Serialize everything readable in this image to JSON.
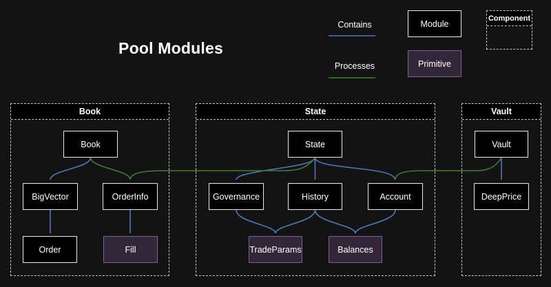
{
  "title": "Pool Modules",
  "legend": {
    "contains_label": "Contains",
    "processes_label": "Processes",
    "module_label": "Module",
    "primitive_label": "Primitive",
    "component_label": "Component",
    "contains_color": "#4e79b8",
    "processes_color": "#3f7e34"
  },
  "colors": {
    "background": "#131313",
    "module_fill": "#000000",
    "module_border": "#e9e9e9",
    "primitive_fill": "#322639",
    "primitive_border": "#7c6492",
    "container_border": "#c9c9c9",
    "text": "#ffffff"
  },
  "containers": {
    "book": {
      "label": "Book"
    },
    "state": {
      "label": "State"
    },
    "vault": {
      "label": "Vault"
    }
  },
  "nodes": {
    "book": {
      "label": "Book",
      "kind": "module"
    },
    "bigvector": {
      "label": "BigVector",
      "kind": "module"
    },
    "orderinfo": {
      "label": "OrderInfo",
      "kind": "module"
    },
    "order": {
      "label": "Order",
      "kind": "module"
    },
    "fill": {
      "label": "Fill",
      "kind": "primitive"
    },
    "state": {
      "label": "State",
      "kind": "module"
    },
    "governance": {
      "label": "Governance",
      "kind": "module"
    },
    "history": {
      "label": "History",
      "kind": "module"
    },
    "account": {
      "label": "Account",
      "kind": "module"
    },
    "tradeparams": {
      "label": "TradeParams",
      "kind": "primitive"
    },
    "balances": {
      "label": "Balances",
      "kind": "primitive"
    },
    "vault": {
      "label": "Vault",
      "kind": "module"
    },
    "deepprice": {
      "label": "DeepPrice",
      "kind": "module"
    }
  },
  "edges": [
    {
      "from": "Book",
      "to": "BigVector",
      "type": "contains"
    },
    {
      "from": "BigVector",
      "to": "Order",
      "type": "contains"
    },
    {
      "from": "OrderInfo",
      "to": "Fill",
      "type": "contains"
    },
    {
      "from": "State",
      "to": "Governance",
      "type": "contains"
    },
    {
      "from": "State",
      "to": "History",
      "type": "contains"
    },
    {
      "from": "State",
      "to": "Account",
      "type": "contains"
    },
    {
      "from": "Governance",
      "to": "TradeParams",
      "type": "contains"
    },
    {
      "from": "History",
      "to": "TradeParams",
      "type": "contains"
    },
    {
      "from": "History",
      "to": "Balances",
      "type": "contains"
    },
    {
      "from": "Account",
      "to": "Balances",
      "type": "contains"
    },
    {
      "from": "Vault",
      "to": "DeepPrice",
      "type": "contains"
    },
    {
      "from": "Book",
      "to": "OrderInfo",
      "type": "processes"
    },
    {
      "from": "State",
      "to": "OrderInfo",
      "type": "processes"
    },
    {
      "from": "Vault",
      "to": "Account",
      "type": "processes"
    }
  ]
}
